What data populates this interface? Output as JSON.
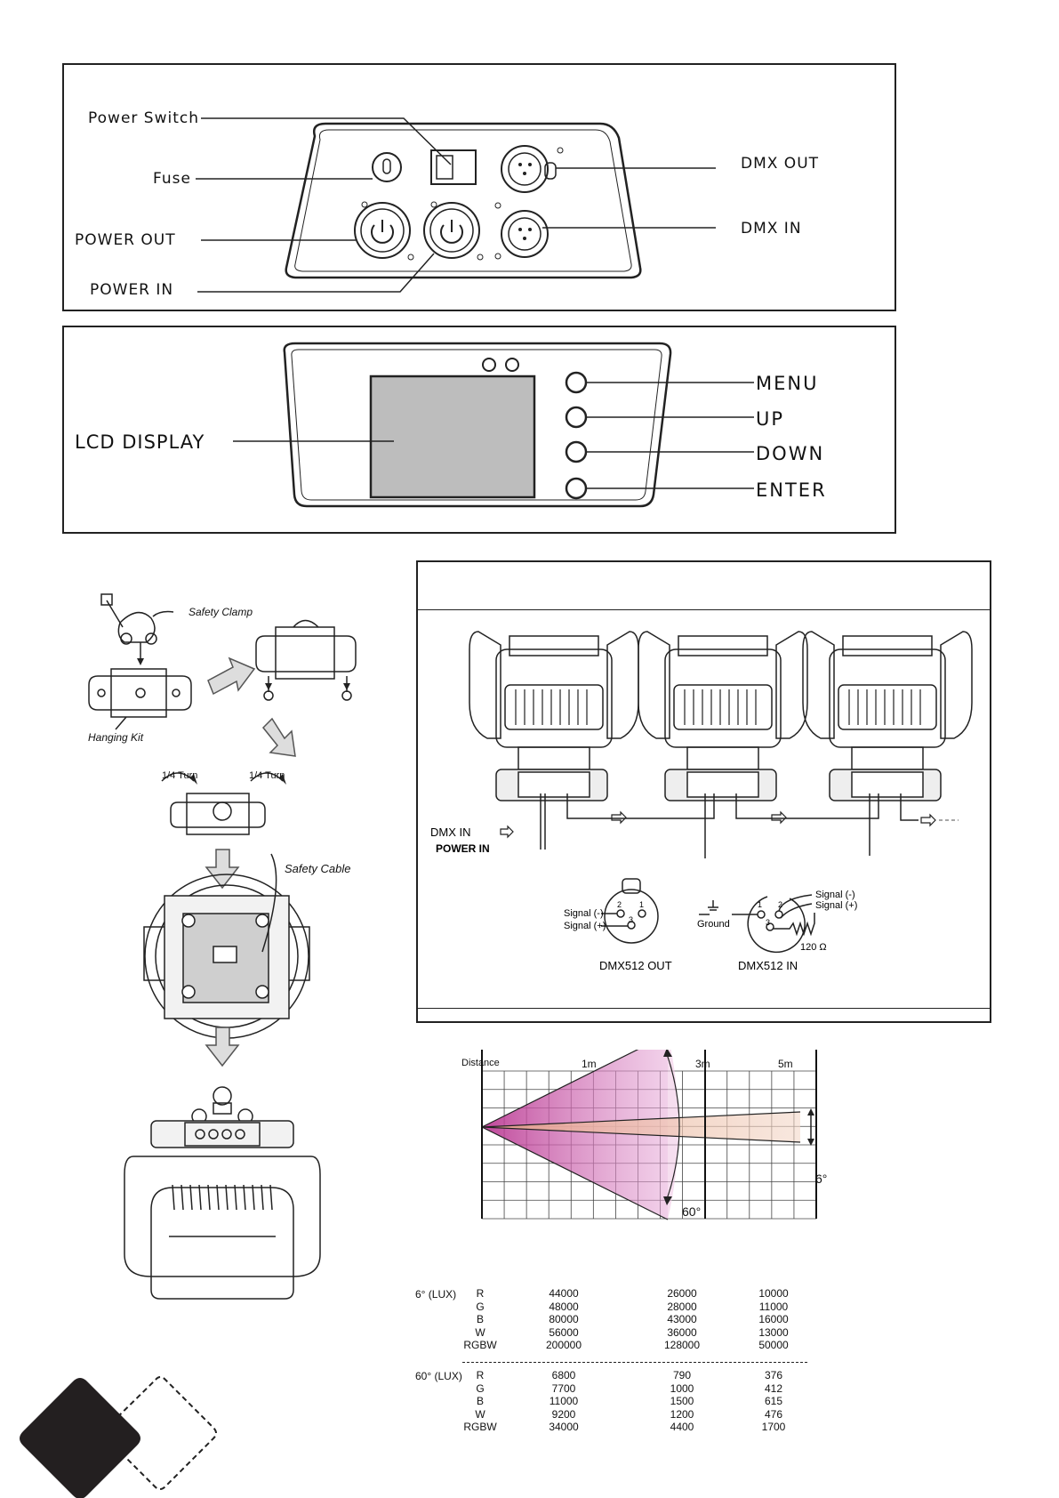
{
  "rear_panel": {
    "labels": {
      "power_switch": "Power Switch",
      "fuse": "Fuse",
      "power_out": "POWER OUT",
      "power_in": "POWER IN",
      "dmx_out": "DMX OUT",
      "dmx_in": "DMX IN"
    }
  },
  "control_panel": {
    "lcd_display": "LCD DISPLAY",
    "buttons": [
      "MENU",
      "UP",
      "DOWN",
      "ENTER"
    ]
  },
  "mounting": {
    "safety_clamp": "Safety Clamp",
    "hanging_kit": "Hanging Kit",
    "turn_left": "1/4 Turn",
    "turn_right": "1/4 Turn",
    "safety_cable": "Safety  Cable"
  },
  "dmx_connection": {
    "dmx_in": "DMX IN",
    "power_in": "POWER IN",
    "out_connector": {
      "pin2": "2",
      "pin1": "1",
      "pin3": "3",
      "signal_minus": "Signal (-)",
      "signal_plus": "Signal (+)",
      "name": "DMX512 OUT"
    },
    "in_connector": {
      "pin1": "1",
      "pin2": "2",
      "pin3": "3",
      "signal_minus": "Signal (-)",
      "signal_plus": "Signal (+)",
      "ground": "Ground",
      "resistor": "120 Ω",
      "name": "DMX512 IN"
    }
  },
  "beam_chart": {
    "distance_label": "Distance",
    "distances": [
      "1m",
      "3m",
      "5m"
    ],
    "angle_narrow": "6°",
    "angle_wide": "60°",
    "colors": {
      "wide_beam": "#b8338f",
      "narrow_beam": "#e8a98a"
    }
  },
  "lux_table_6": {
    "header": "6° (LUX)",
    "rows": [
      {
        "ch": "R",
        "v1": "44000",
        "v3": "26000",
        "v5": "10000"
      },
      {
        "ch": "G",
        "v1": "48000",
        "v3": "28000",
        "v5": "11000"
      },
      {
        "ch": "B",
        "v1": "80000",
        "v3": "43000",
        "v5": "16000"
      },
      {
        "ch": "W",
        "v1": "56000",
        "v3": "36000",
        "v5": "13000"
      },
      {
        "ch": "RGBW",
        "v1": "200000",
        "v3": "128000",
        "v5": "50000"
      }
    ]
  },
  "lux_table_60": {
    "header": "60°  (LUX)",
    "rows": [
      {
        "ch": "R",
        "v1": "6800",
        "v3": "790",
        "v5": "376"
      },
      {
        "ch": "G",
        "v1": "7700",
        "v3": "1000",
        "v5": "412"
      },
      {
        "ch": "B",
        "v1": "11000",
        "v3": "1500",
        "v5": "615"
      },
      {
        "ch": "W",
        "v1": "9200",
        "v3": "1200",
        "v5": "476"
      },
      {
        "ch": "RGBW",
        "v1": "34000",
        "v3": "4400",
        "v5": "1700"
      }
    ]
  }
}
